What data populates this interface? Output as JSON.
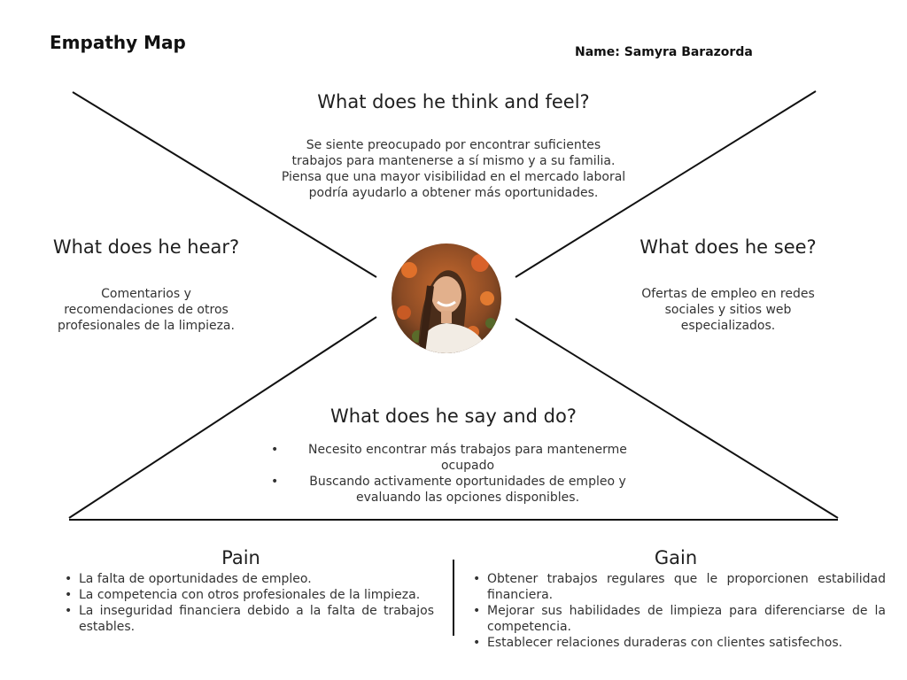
{
  "header": {
    "title": "Empathy Map",
    "name": "Name: Samyra Barazorda"
  },
  "think_feel": {
    "heading": "What does he think and feel?",
    "lines": [
      "Se siente preocupado por encontrar suficientes",
      "trabajos para mantenerse a sí mismo y a su familia.",
      "Piensa que una mayor visibilidad en el mercado laboral",
      "podría ayudarlo a obtener más oportunidades."
    ]
  },
  "hear": {
    "heading": "What does he hear?",
    "lines": [
      "Comentarios y",
      "recomendaciones de otros",
      "profesionales de la limpieza."
    ]
  },
  "see": {
    "heading": "What does he see?",
    "lines": [
      "Ofertas de empleo en redes",
      "sociales y sitios web",
      "especializados."
    ]
  },
  "say_do": {
    "heading": "What does he say and do?",
    "items": [
      "Necesito encontrar más trabajos para mantenerme ocupado",
      "Buscando activamente oportunidades de empleo y evaluando las opciones disponibles."
    ]
  },
  "pain": {
    "heading": "Pain",
    "items": [
      "La falta de oportunidades de empleo.",
      "La competencia con otros profesionales de la limpieza.",
      "La inseguridad financiera debido a la falta de trabajos estables."
    ]
  },
  "gain": {
    "heading": "Gain",
    "items": [
      "Obtener trabajos regulares que le proporcionen estabilidad financiera.",
      "Mejorar sus habilidades de limpieza para diferenciarse de la competencia.",
      "Establecer relaciones duraderas con clientes satisfechos."
    ]
  },
  "icons": {
    "avatar": "persona-photo-icon"
  },
  "colors": {
    "line": "#111111",
    "text": "#333333"
  }
}
